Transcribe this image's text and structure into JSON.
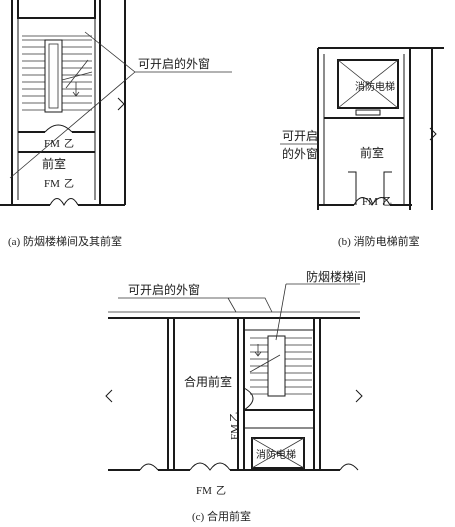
{
  "diagram_a": {
    "caption": "(a) 防烟楼梯间及其前室",
    "window_label": "可开启的外窗",
    "anteroom_label": "前室",
    "fm_upper": "FM",
    "fm_lower": "FM",
    "fm_suffix": "乙"
  },
  "diagram_b": {
    "caption": "(b) 消防电梯前室",
    "window_label_line1": "可开启",
    "window_label_line2": "的外窗",
    "elevator_label": "消防电梯",
    "anteroom_label": "前室",
    "fm_label": "FM",
    "fm_suffix": "乙"
  },
  "diagram_c": {
    "caption": "(c) 合用前室",
    "window_label": "可开启的外窗",
    "stair_label": "防烟楼梯间",
    "shared_anteroom_label": "合用前室",
    "elevator_label": "消防电梯",
    "fm_side": "FM",
    "fm_bottom": "FM",
    "fm_suffix": "乙"
  }
}
